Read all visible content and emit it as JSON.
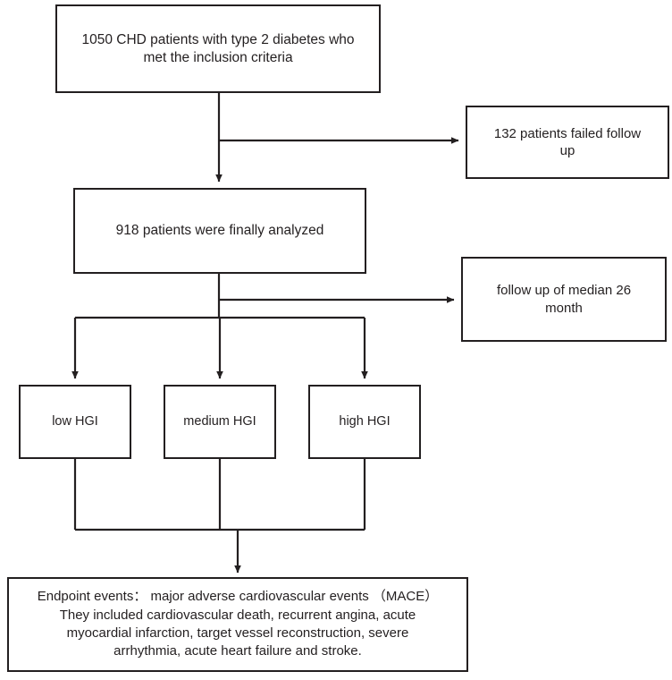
{
  "diagram": {
    "type": "flowchart",
    "title": "Study participant flow diagram",
    "line_color": "#231f20",
    "background": "#ffffff",
    "nodes": [
      {
        "id": "enrolled",
        "name": "enrolled-patients-box",
        "text": "1050 CHD patients with type 2 diabetes who\nmet the inclusion criteria"
      },
      {
        "id": "lost",
        "name": "failed-follow-up-box",
        "text": "132 patients failed follow\nup"
      },
      {
        "id": "analyzed",
        "name": "analyzed-patients-box",
        "text": "918 patients were finally analyzed"
      },
      {
        "id": "followup",
        "name": "median-follow-up-box",
        "text": "follow up of median 26\nmonth"
      },
      {
        "id": "low",
        "name": "low-hgi-group-box",
        "text": "low HGI"
      },
      {
        "id": "medium",
        "name": "medium-hgi-group-box",
        "text": "medium HGI"
      },
      {
        "id": "high",
        "name": "high-hgi-group-box",
        "text": "high HGI"
      },
      {
        "id": "endpoint",
        "name": "endpoint-events-box",
        "text": "Endpoint events： major adverse cardiovascular events （MACE）\nThey included cardiovascular death, recurrent angina, acute\nmyocardial infarction, target vessel reconstruction, severe\narrhythmia, acute heart failure and stroke."
      }
    ],
    "edges": [
      {
        "name": "edge-enrolled-to-analyzed",
        "from": "enrolled",
        "to": "analyzed",
        "arrow": true
      },
      {
        "name": "edge-enrolled-to-lost",
        "from": "enrolled",
        "to": "lost",
        "arrow": true
      },
      {
        "name": "edge-analyzed-to-followup",
        "from": "analyzed",
        "to": "followup",
        "arrow": true
      },
      {
        "name": "edge-analyzed-to-low",
        "from": "analyzed",
        "to": "low",
        "arrow": true
      },
      {
        "name": "edge-analyzed-to-medium",
        "from": "analyzed",
        "to": "medium",
        "arrow": true
      },
      {
        "name": "edge-analyzed-to-high",
        "from": "analyzed",
        "to": "high",
        "arrow": true
      },
      {
        "name": "edge-groups-to-endpoint",
        "from": "low,medium,high",
        "to": "endpoint",
        "arrow": true
      }
    ]
  }
}
